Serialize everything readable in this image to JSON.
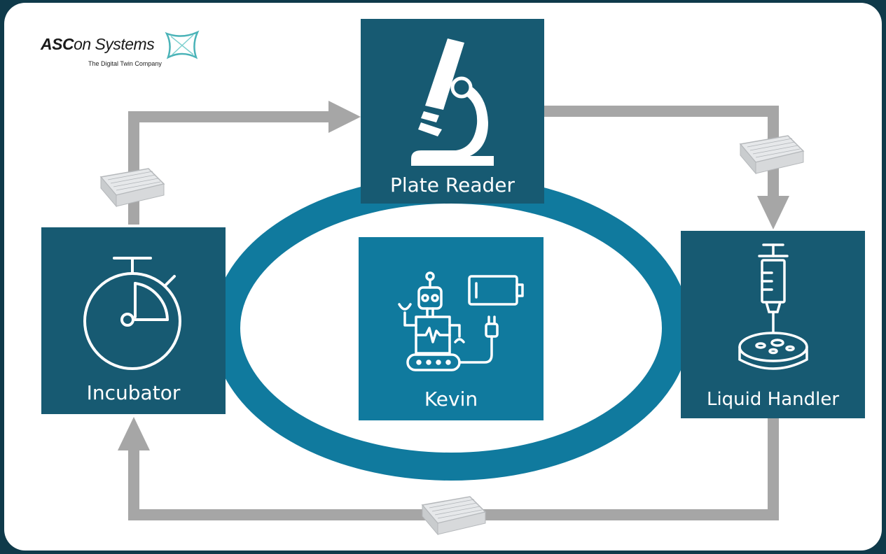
{
  "logo": {
    "brand_bold": "ASC",
    "brand_rest": "on Systems",
    "tagline": "The Digital Twin Company"
  },
  "nodes": {
    "plate_reader": {
      "label": "Plate Reader",
      "icon": "microscope-icon"
    },
    "incubator": {
      "label": "Incubator",
      "icon": "stopwatch-icon"
    },
    "liquid_handler": {
      "label": "Liquid Handler",
      "icon": "syringe-petri-dish-icon"
    },
    "kevin": {
      "label": "Kevin",
      "icon": "robot-charging-icon"
    }
  },
  "colors": {
    "background": "#0f3a4a",
    "card": "#ffffff",
    "node": "#175a72",
    "ring": "#107a9e",
    "arrow": "#a6a6a6"
  }
}
